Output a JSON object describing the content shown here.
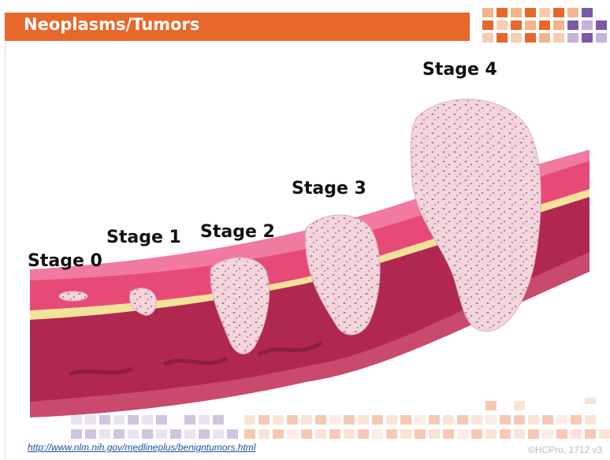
{
  "slide": {
    "title": "Neoplasms/Tumors",
    "accent_color": "#e8672a",
    "secondary_color": "#7b5aa6"
  },
  "illustration": {
    "stages": [
      "Stage 0",
      "Stage 1",
      "Stage 2",
      "Stage 3",
      "Stage 4"
    ]
  },
  "footer": {
    "source_url": "http://www.nlm.nih.gov/medlineplus/benigntumors.html",
    "copyright": "©HCPro, 1712 v3"
  }
}
